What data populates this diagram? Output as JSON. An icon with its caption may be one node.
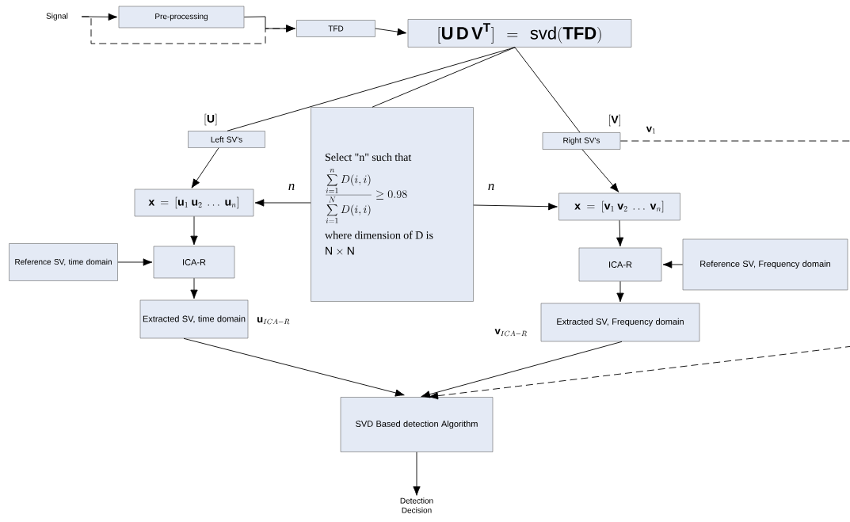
{
  "diagram": {
    "nodes": [
      {
        "text": [
          "Signal"
        ]
      },
      {
        "text": [
          "Pre-processing"
        ]
      },
      {
        "text": [
          "TFD"
        ]
      },
      {
        "text": [
          "[\\mathbf{U\\ D\\ V}^{\\mathbf{T}}] = \\mathrm{svd}(\\mathbf{TFD})"
        ]
      },
      {
        "text": [
          "Left SV's"
        ],
        "beside": [
          "[\\mathbf{U}]"
        ]
      },
      {
        "text": [
          "Select \"n\" such that",
          "\\frac{\\displaystyle\\sum_{i=1}^{n} D(i,i)}{\\displaystyle\\sum_{i=1}^{N} D(i,i)} \\geq 0.98",
          "where dimension of D is",
          "\\mathrm{N} \\times \\mathrm{N}"
        ]
      },
      {
        "text": [
          "Right SV's"
        ],
        "beside": [
          "[\\mathbf{V}]"
        ]
      },
      {
        "text": [
          "\\mathbf{x} = [\\mathbf{u}_1\\ \\mathbf{u}_2\\ \\ldots\\ \\mathbf{u}_n]"
        ]
      },
      {
        "text": [
          "\\mathbf{x} = [\\mathbf{v}_1\\ \\mathbf{v}_2\\ \\ldots\\ \\mathbf{v}_n]"
        ]
      },
      {
        "text": [
          "Reference SV, time domain"
        ]
      },
      {
        "text": [
          "ICA-R"
        ]
      },
      {
        "text": [
          "ICA-R"
        ]
      },
      {
        "text": [
          "Reference SV, Frequency domain"
        ]
      },
      {
        "text": [
          "Extracted SV, time domain"
        ],
        "beside": [
          "\\mathbf{u}_{ICA-R}"
        ]
      },
      {
        "text": [
          "Extracted SV, Frequency domain"
        ],
        "beside": [
          "\\mathbf{v}_{ICA-R}"
        ]
      },
      {
        "text": [
          "SVD Based detection Algorithm"
        ]
      },
      {
        "text": [
          "Detection Decision"
        ]
      }
    ],
    "edges": [
      {
        "from": 0,
        "to": 1,
        "arrow": "to"
      },
      {
        "from": 1,
        "to": 2,
        "arrow": "to"
      },
      {
        "from": 0,
        "to": 2,
        "arrow": "to",
        "style": "dashed"
      },
      {
        "from": 2,
        "to": 3,
        "arrow": "to"
      },
      {
        "from": 3,
        "to": 4,
        "arrow": "none"
      },
      {
        "from": 3,
        "to": 5,
        "arrow": "none"
      },
      {
        "from": 3,
        "to": 6,
        "arrow": "none"
      },
      {
        "from": 4,
        "to": 7,
        "arrow": "to"
      },
      {
        "from": 6,
        "to": 8,
        "arrow": "to"
      },
      {
        "from": 5,
        "to": 7,
        "arrow": "to",
        "label": "n"
      },
      {
        "from": 5,
        "to": 8,
        "arrow": "to",
        "label": "n"
      },
      {
        "from": 7,
        "to": 10,
        "arrow": "to"
      },
      {
        "from": 8,
        "to": 11,
        "arrow": "to"
      },
      {
        "from": 9,
        "to": 10,
        "arrow": "to"
      },
      {
        "from": 12,
        "to": 11,
        "arrow": "to"
      },
      {
        "from": 10,
        "to": 13,
        "arrow": "to"
      },
      {
        "from": 11,
        "to": 14,
        "arrow": "to"
      },
      {
        "from": 13,
        "to": 15,
        "arrow": "to"
      },
      {
        "from": 14,
        "to": 15,
        "arrow": "to"
      },
      {
        "from": 6,
        "to": 15,
        "arrow": "to",
        "style": "dashed",
        "label": "\\mathbf{v}_1"
      },
      {
        "from": 15,
        "to": 16,
        "arrow": "to"
      }
    ]
  }
}
